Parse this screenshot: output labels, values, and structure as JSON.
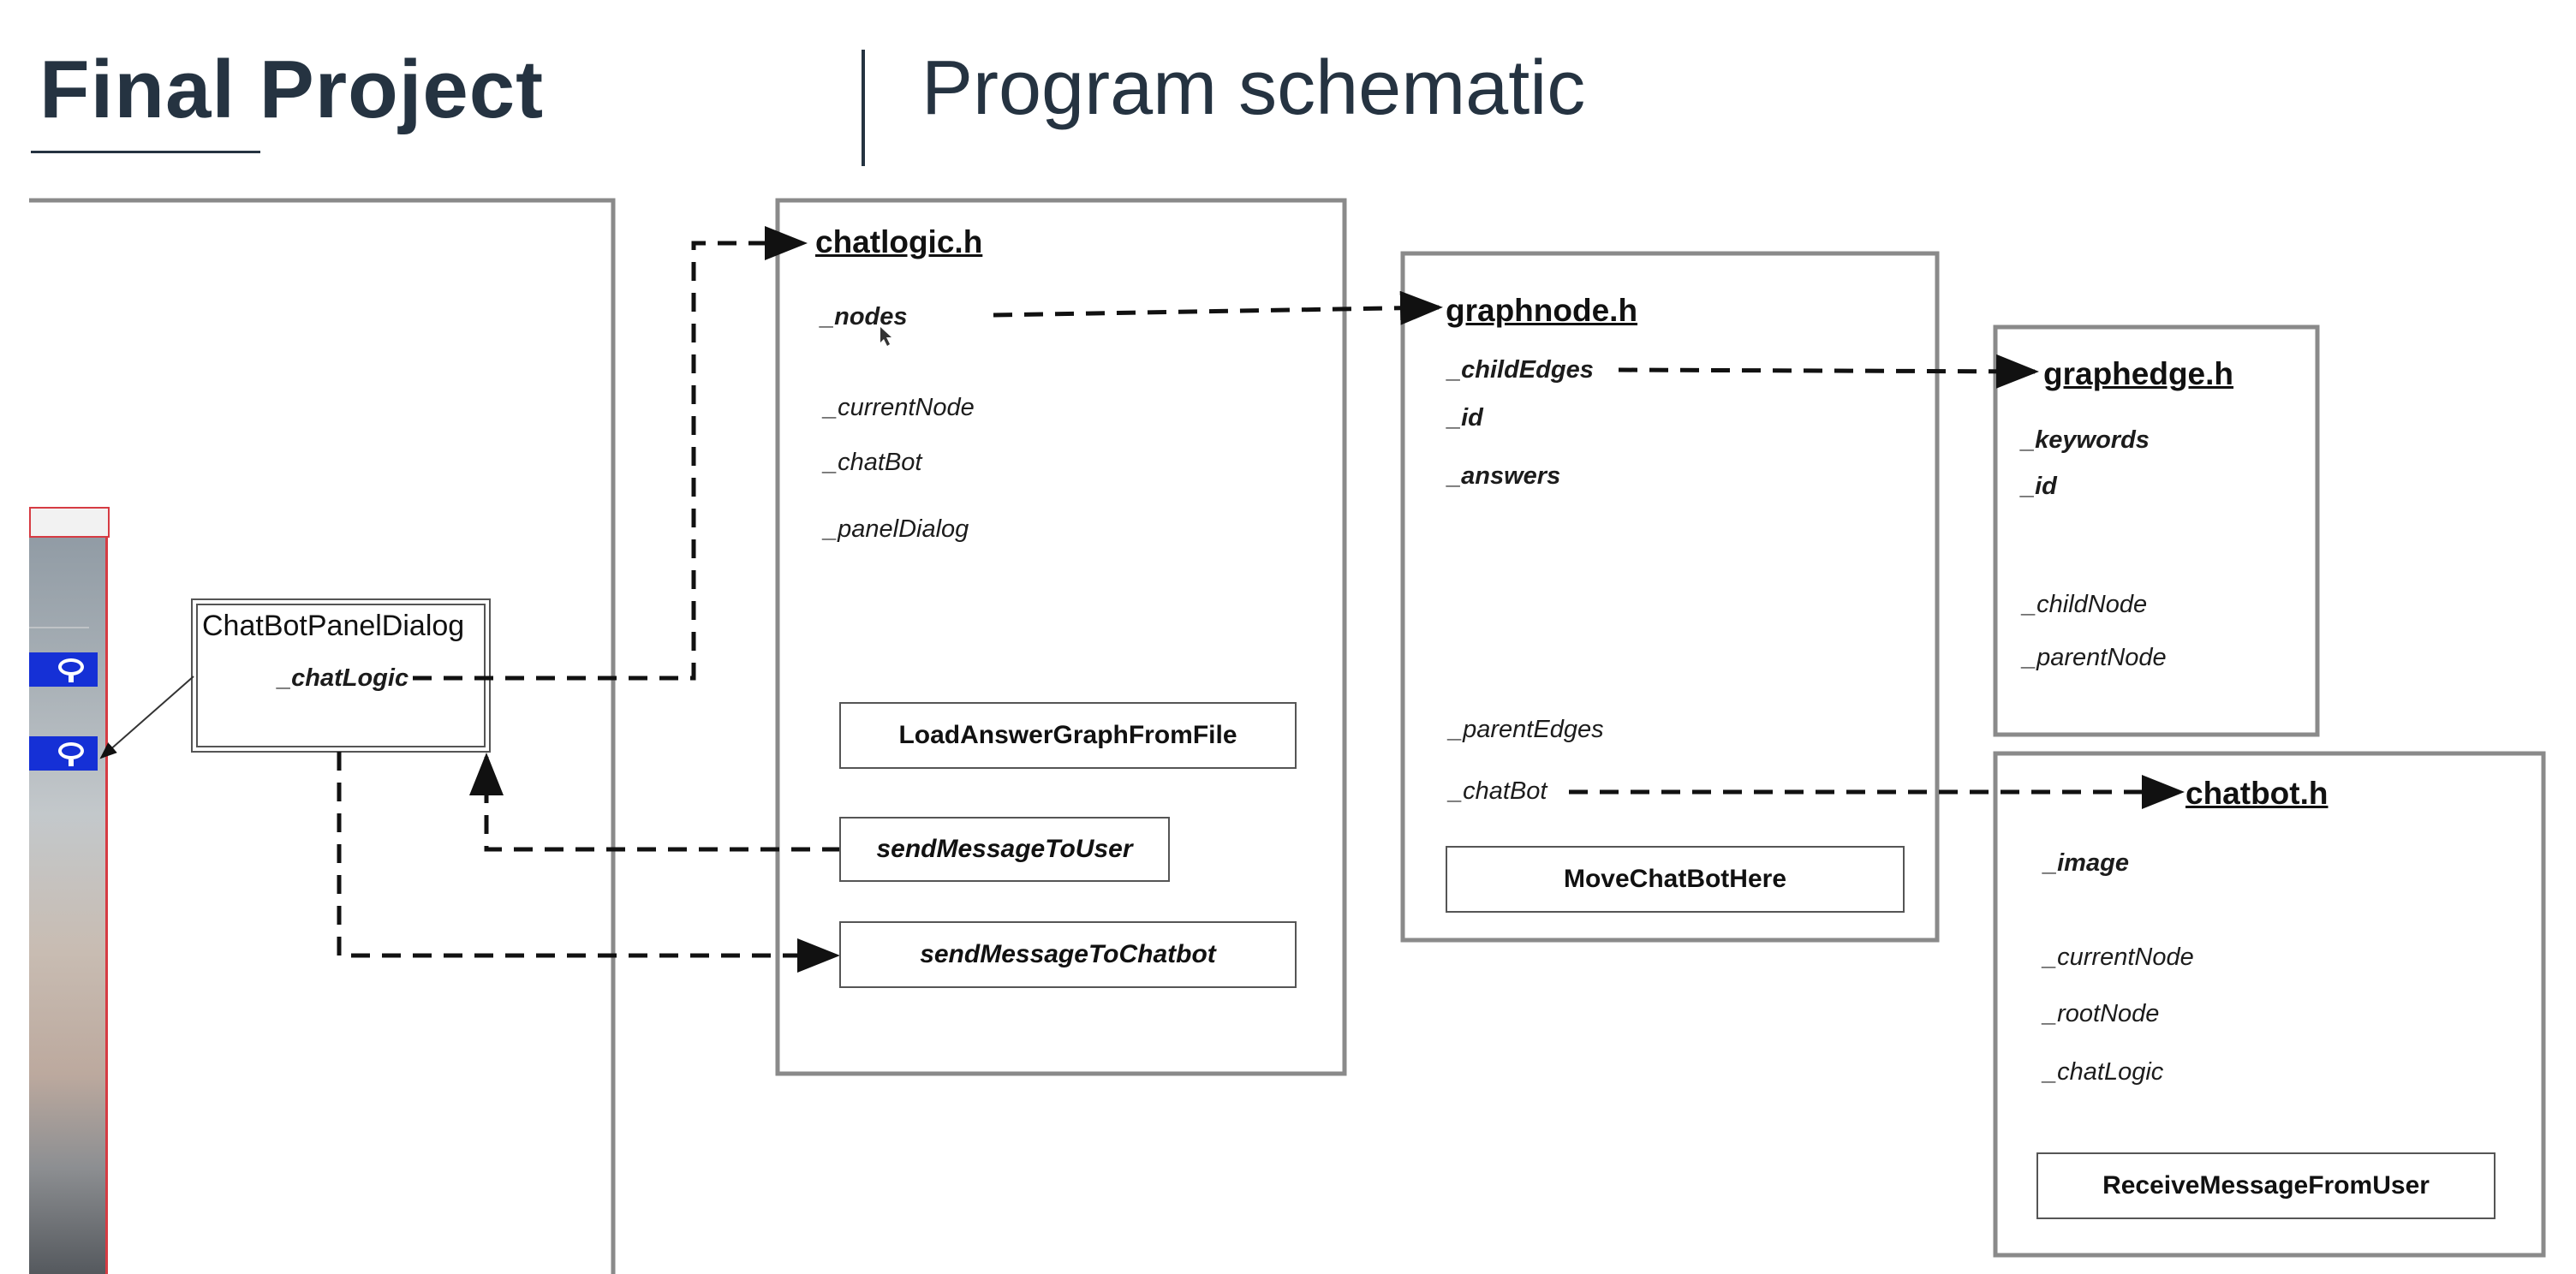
{
  "header": {
    "title": "Final Project",
    "subtitle": "Program schematic"
  },
  "panel_dialog": {
    "class_name": "ChatBotPanelDialog",
    "members": [
      "_chatLogic"
    ]
  },
  "chatlogic": {
    "file": "chatlogic.h",
    "members": [
      "_nodes",
      "_currentNode",
      "_chatBot",
      "_panelDialog"
    ],
    "functions": [
      "LoadAnswerGraphFromFile",
      "sendMessageToUser",
      "sendMessageToChatbot"
    ]
  },
  "graphnode": {
    "file": "graphnode.h",
    "members": [
      "_childEdges",
      "_id",
      "_answers",
      "_parentEdges",
      "_chatBot"
    ],
    "functions": [
      "MoveChatBotHere"
    ]
  },
  "graphedge": {
    "file": "graphedge.h",
    "members": [
      "_keywords",
      "_id",
      "_childNode",
      "_parentNode"
    ]
  },
  "chatbot": {
    "file": "chatbot.h",
    "members": [
      "_image",
      "_currentNode",
      "_rootNode",
      "_chatLogic"
    ],
    "functions": [
      "ReceiveMessageFromUser"
    ]
  },
  "colors": {
    "title": "#253341",
    "box_border": "#8a8a8a",
    "arrow": "#111111",
    "chat_bubble": "#1530d6",
    "strip_border": "#d63b43"
  }
}
